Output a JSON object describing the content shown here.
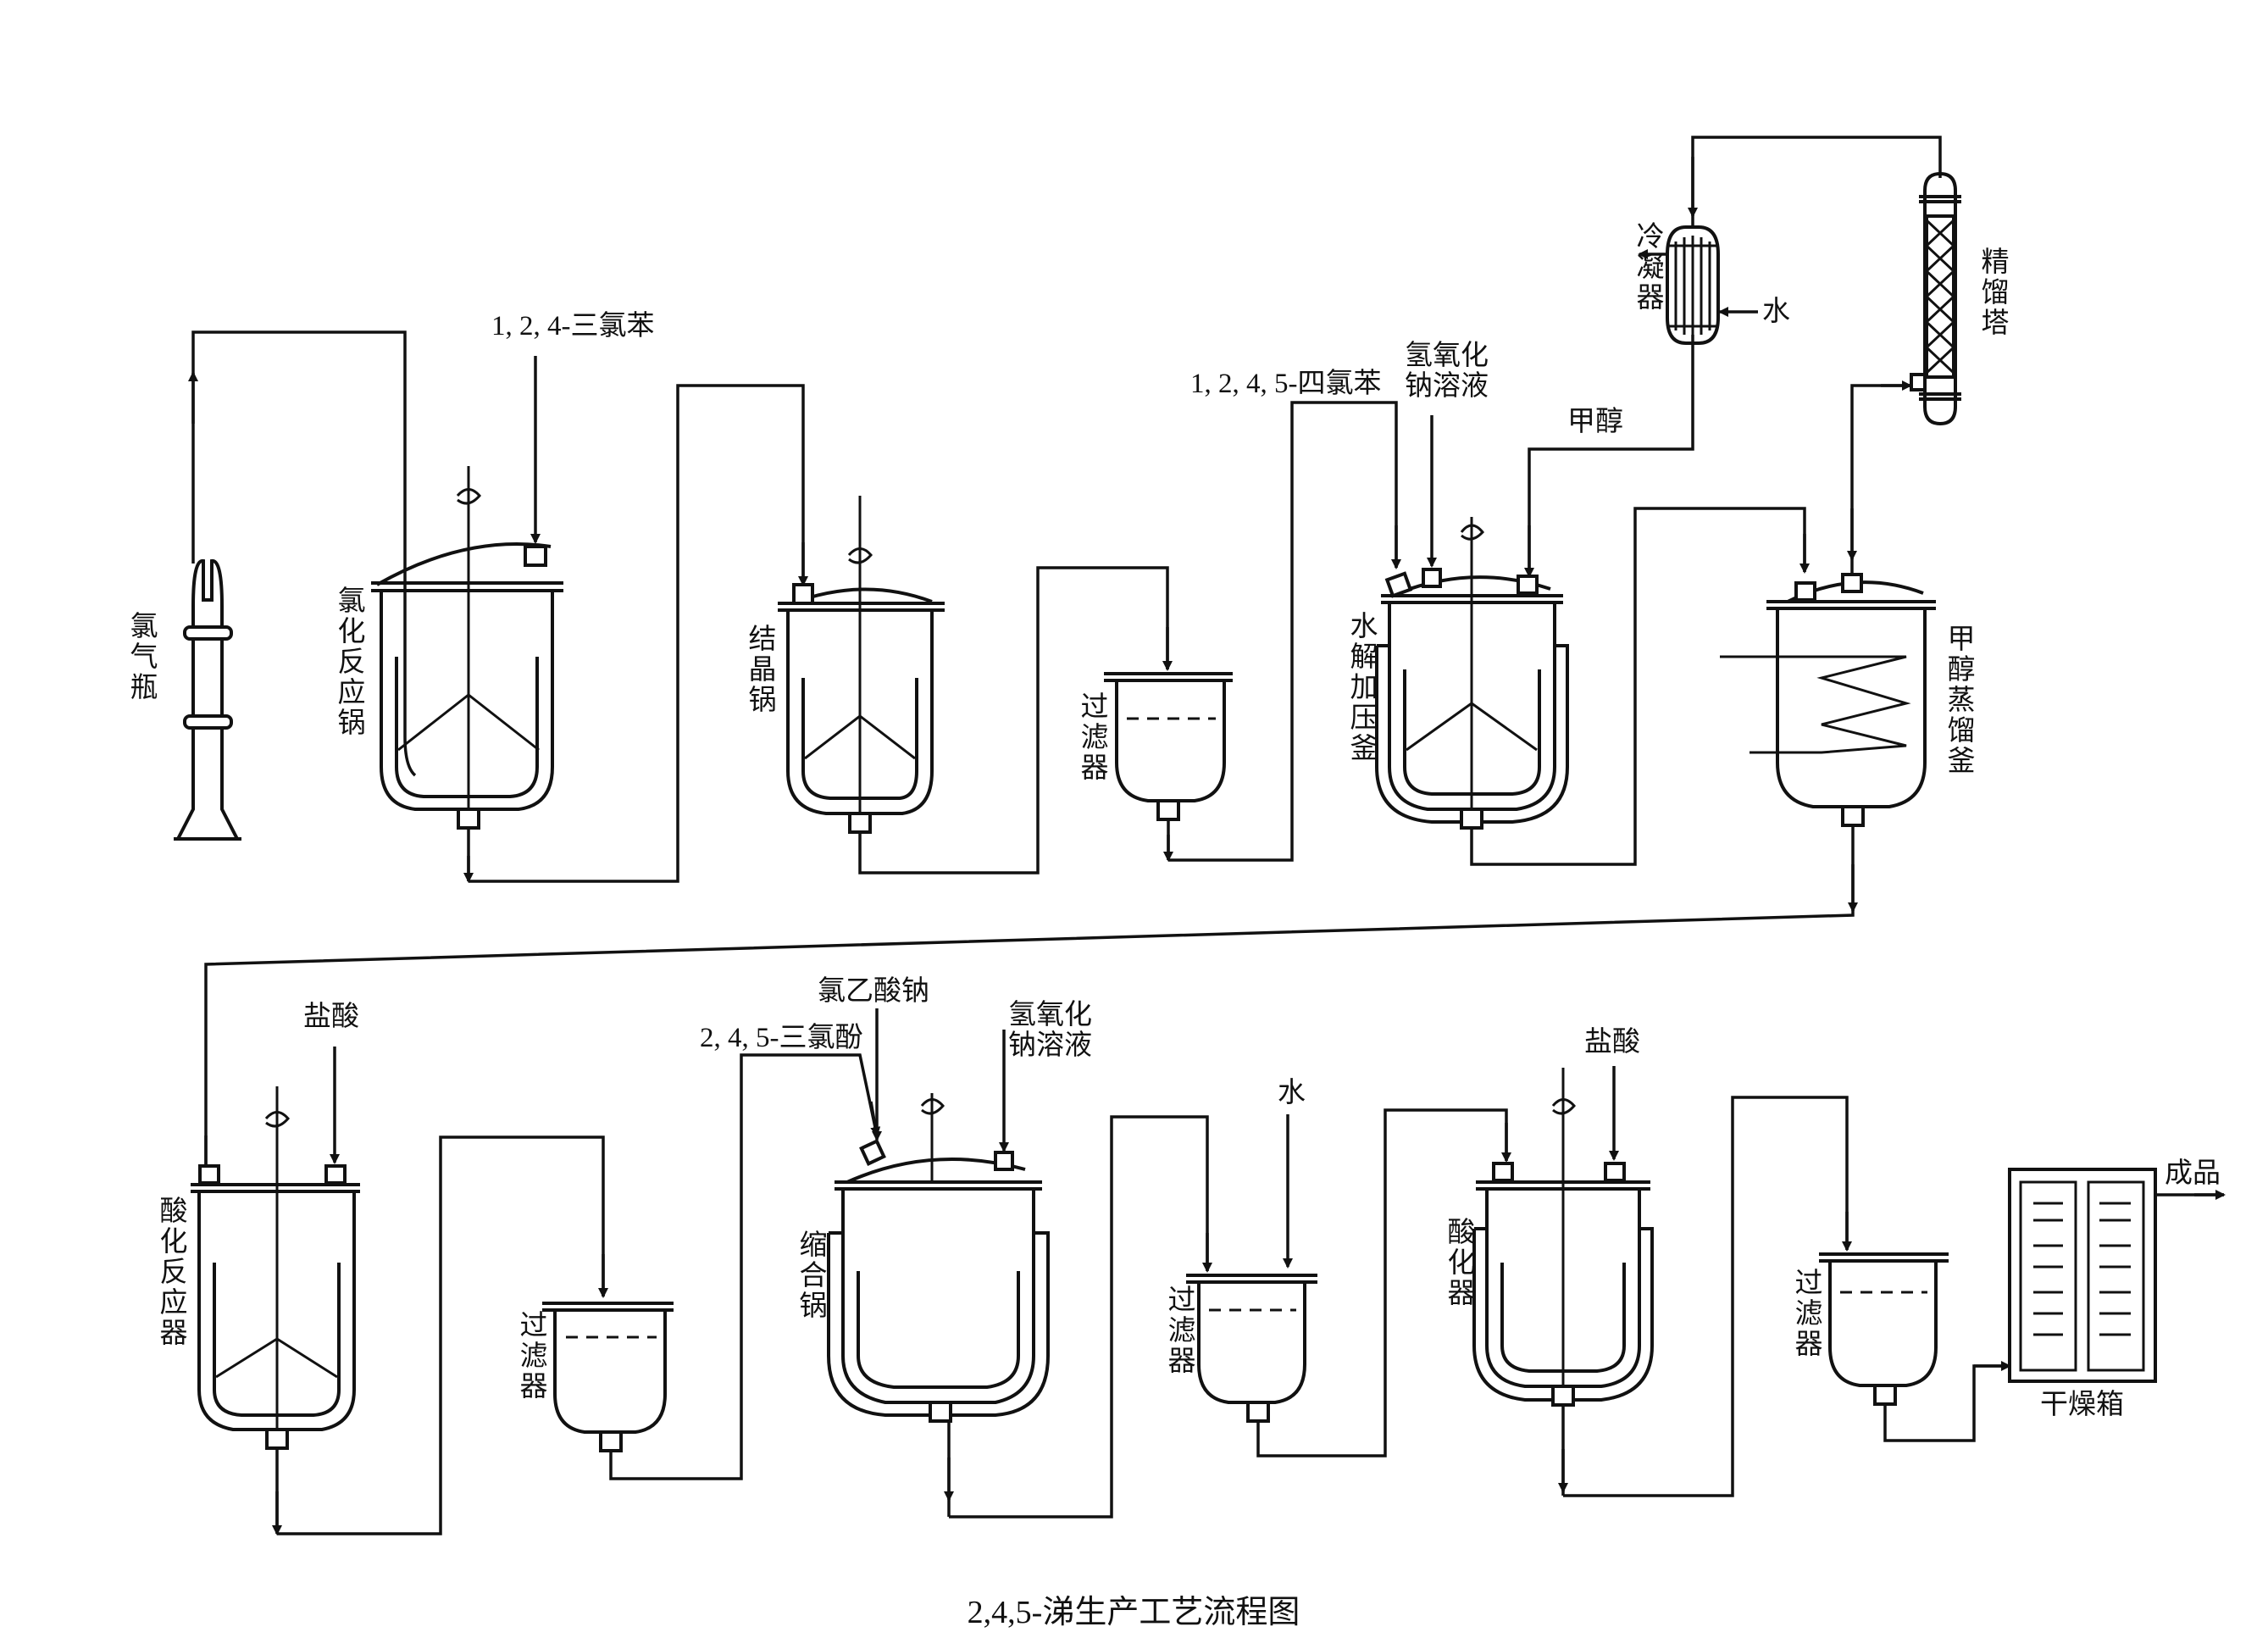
{
  "caption": "2,4,5-涕生产工艺流程图",
  "equipment": {
    "chlorine_cylinder": "氯气瓶",
    "chlorination_reactor": "氯化反应锅",
    "crystallizer": "结晶锅",
    "filter": "过滤器",
    "hydrolysis_autoclave": "水解加压釜",
    "condenser": "冷凝器",
    "rectifying_column": "精馏塔",
    "methanol_still": "甲醇蒸馏釜",
    "acidification_reactor": "酸化反应器",
    "condensation_kettle": "缩合锅",
    "acidifier": "酸化器",
    "drying_oven": "干燥箱"
  },
  "materials": {
    "trichlorobenzene": "1, 2, 4-三氯苯",
    "tetrachlorobenzene": "1, 2, 4, 5-四氯苯",
    "naoh_solution_1": "氢氧化钠溶液",
    "naoh_solution_2": "氢氧化钠溶液",
    "methanol": "甲醇",
    "water_condenser": "水",
    "water_filter": "水",
    "hcl_1": "盐酸",
    "hcl_2": "盐酸",
    "sodium_chloroacetate": "氯乙酸钠",
    "trichlorophenol": "2, 4, 5-三氯酚",
    "product": "成品"
  }
}
